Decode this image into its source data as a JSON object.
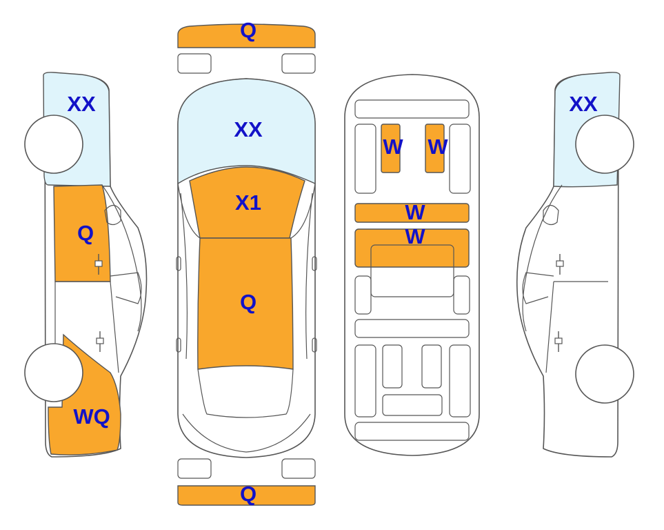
{
  "colors": {
    "damage": "#f9a72c",
    "glass": "#dff4fb",
    "label": "#1212c8",
    "outline": "#555555"
  },
  "labels": {
    "front_bumper": "Q",
    "rear_bumper": "Q",
    "windshield": "XX",
    "hood": "X1",
    "roof": "Q",
    "left_glass": "XX",
    "left_front_door": "Q",
    "left_rear_quarter": "WQ",
    "right_glass": "XX",
    "floor_front_left": "W",
    "floor_front_right": "W",
    "floor_crossmember": "W",
    "floor_center": "W"
  },
  "icons": {
    "wheel": "wheel-icon",
    "door_handle": "door-handle-icon"
  }
}
